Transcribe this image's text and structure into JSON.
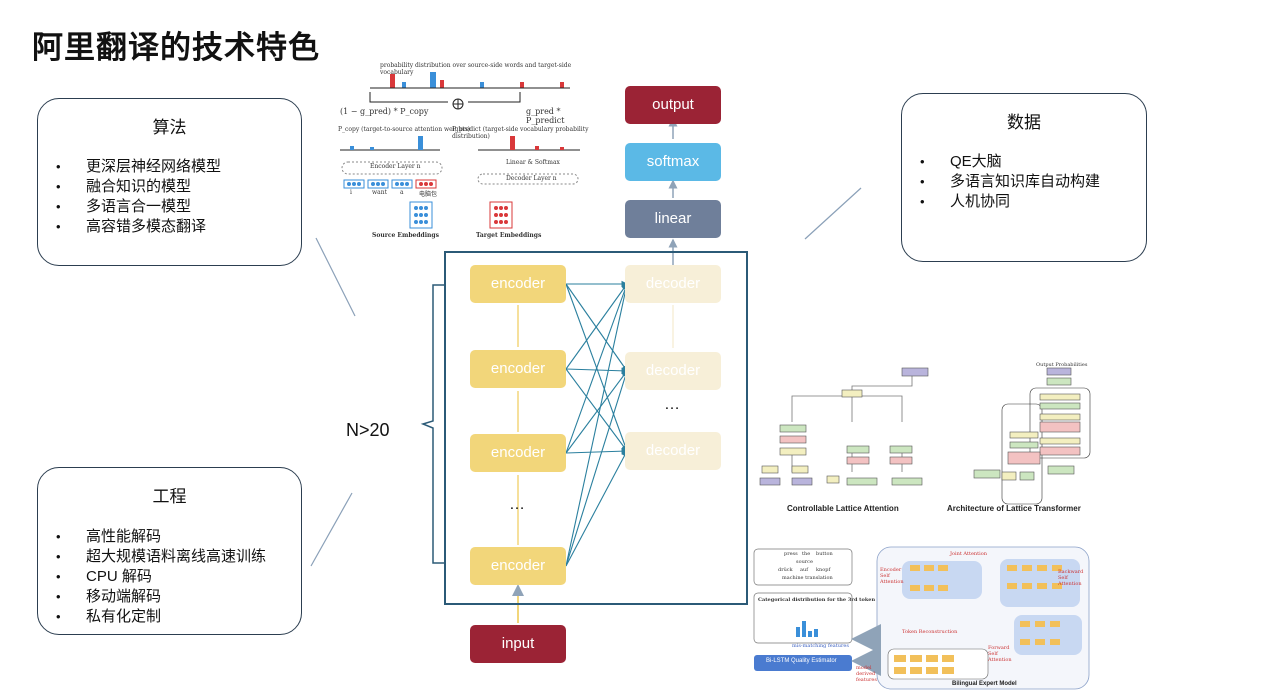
{
  "page": {
    "title": "阿里翻译的技术特色"
  },
  "algo": {
    "title": "算法",
    "items": [
      "更深层神经网络模型",
      "融合知识的模型",
      "多语言合一模型",
      "高容错多模态翻译"
    ]
  },
  "eng": {
    "title": "工程",
    "items": [
      "高性能解码",
      "超大规模语料离线高速训练",
      "CPU 解码",
      "移动端解码",
      "私有化定制"
    ]
  },
  "data": {
    "title": "数据",
    "items": [
      "QE大脑",
      "多语言知识库自动构建",
      "人机协同"
    ]
  },
  "diagram": {
    "output": "output",
    "softmax": "softmax",
    "linear": "linear",
    "input": "input",
    "encoder": "encoder",
    "decoder": "decoder",
    "ellipsis": "…",
    "vdots": "⋮",
    "depth_label": "N>20",
    "colors": {
      "output": "#9b2335",
      "softmax": "#5bb9e6",
      "linear": "#6f7f9a",
      "input": "#9b2335",
      "encoder": "#f2d67a",
      "decoder": "#f7efd8",
      "frame": "#2b5a77"
    }
  },
  "fig_copy": {
    "header": "probability distribution over source-side words and target-side vocabulary",
    "p_copy_formula": "(1 − g_pred) * P_copy",
    "p_copy_desc": "P_copy (target-to-source attention weights)",
    "p_predict_formula": "g_pred * P_predict",
    "p_predict_desc": "P_predict (target-side vocabulary probability distribution)",
    "encoder_layer": "Encoder Layer n",
    "decoder_layer": "Decoder Layer n",
    "layer_softmax": "Linear & Softmax",
    "src_emb": "Source Embeddings",
    "tgt_emb": "Target Embeddings",
    "tokens": [
      "i",
      "want",
      "a",
      "电脑包"
    ]
  },
  "fig_lattice": {
    "caption_left": "Controllable Lattice Attention",
    "caption_right": "Architecture of Lattice Transformer",
    "heading_right": "Output Probabilities"
  },
  "fig_qe": {
    "title": "Bilingual Expert Model",
    "row1": [
      "press",
      "the",
      "button"
    ],
    "row1_label": "source",
    "row2": [
      "drück",
      "auf",
      "knopf"
    ],
    "row2_label": "machine translation",
    "joint_attention": "Joint Attention",
    "encoder_self": "Encoder Self Attention",
    "backward_self": "Backward Self Attention",
    "forward_self": "Forward Self Attention",
    "token_recon": "Token Reconstruction",
    "categorical": "Categorical distribution for the 3rd token",
    "mis_matching": "mis-matching features",
    "estimator": "Bi-LSTM Quality Estimator",
    "model_derived": "model derived features"
  }
}
